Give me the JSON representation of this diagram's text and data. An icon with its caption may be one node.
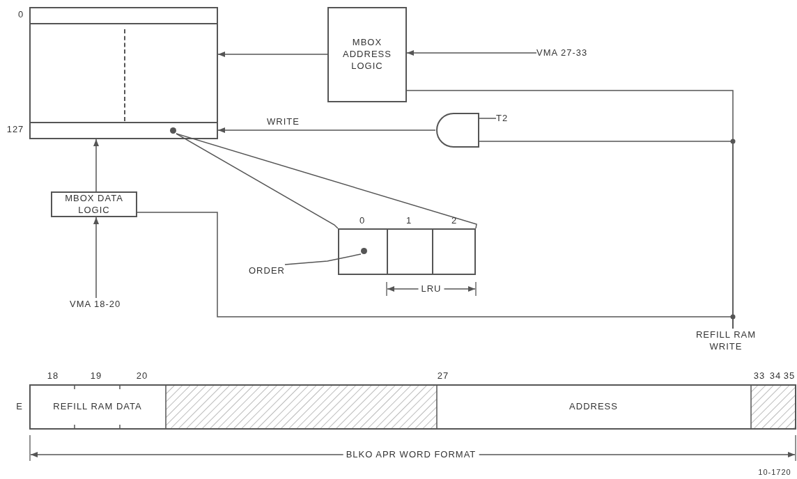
{
  "diagram": {
    "nodes": [
      {
        "text": [],
        "shape": "box"
      },
      {
        "text": [
          "MBOX ADDRESS LOGIC"
        ]
      },
      {
        "text": [
          "VMA 27-33"
        ]
      },
      {
        "text": [],
        "shape": "gate"
      },
      {
        "text": [
          "T2"
        ]
      },
      {
        "text": [
          "MBOX DATA LOGIC"
        ]
      },
      {
        "text": [
          "VMA 18-20"
        ]
      },
      {
        "text": [
          "ORDER"
        ]
      },
      {
        "text": [],
        "shape": "box"
      },
      {
        "text": [],
        "shape": "circle",
        "in": 8
      },
      {
        "text": [
          "REFILL RAM WRITE"
        ]
      },
      {
        "text": [],
        "shape": "circle",
        "in": 0
      }
    ],
    "edges": [
      {
        "from": 1,
        "to": 0,
        "arrow": "to"
      },
      {
        "from": 2,
        "to": 1,
        "arrow": "to"
      },
      {
        "from": 3,
        "to": 0,
        "arrow": "to",
        "label": "WRITE"
      },
      {
        "from": 4,
        "to": 3,
        "arrow": "none"
      },
      {
        "from": 5,
        "to": 0,
        "arrow": "to"
      },
      {
        "from": 6,
        "to": 5,
        "arrow": "to"
      },
      {
        "from": 7,
        "to": 9,
        "arrow": "none"
      },
      {
        "from": 1,
        "to": 10,
        "arrow": "none"
      },
      {
        "from": 3,
        "to": 10,
        "arrow": "none"
      },
      {
        "from": 5,
        "to": 10,
        "arrow": "none"
      },
      {
        "from": 11,
        "to": 8,
        "arrow": "none"
      },
      {
        "from": 11,
        "to": 8,
        "arrow": "none"
      }
    ],
    "labels": [
      "0",
      "127",
      "0",
      "1",
      "2",
      "LRU",
      "18",
      "19",
      "20",
      "27",
      "33",
      "34",
      "35",
      "E",
      "REFILL RAM DATA",
      "ADDRESS",
      "BLKO APR WORD FORMAT",
      "10-1720"
    ]
  }
}
